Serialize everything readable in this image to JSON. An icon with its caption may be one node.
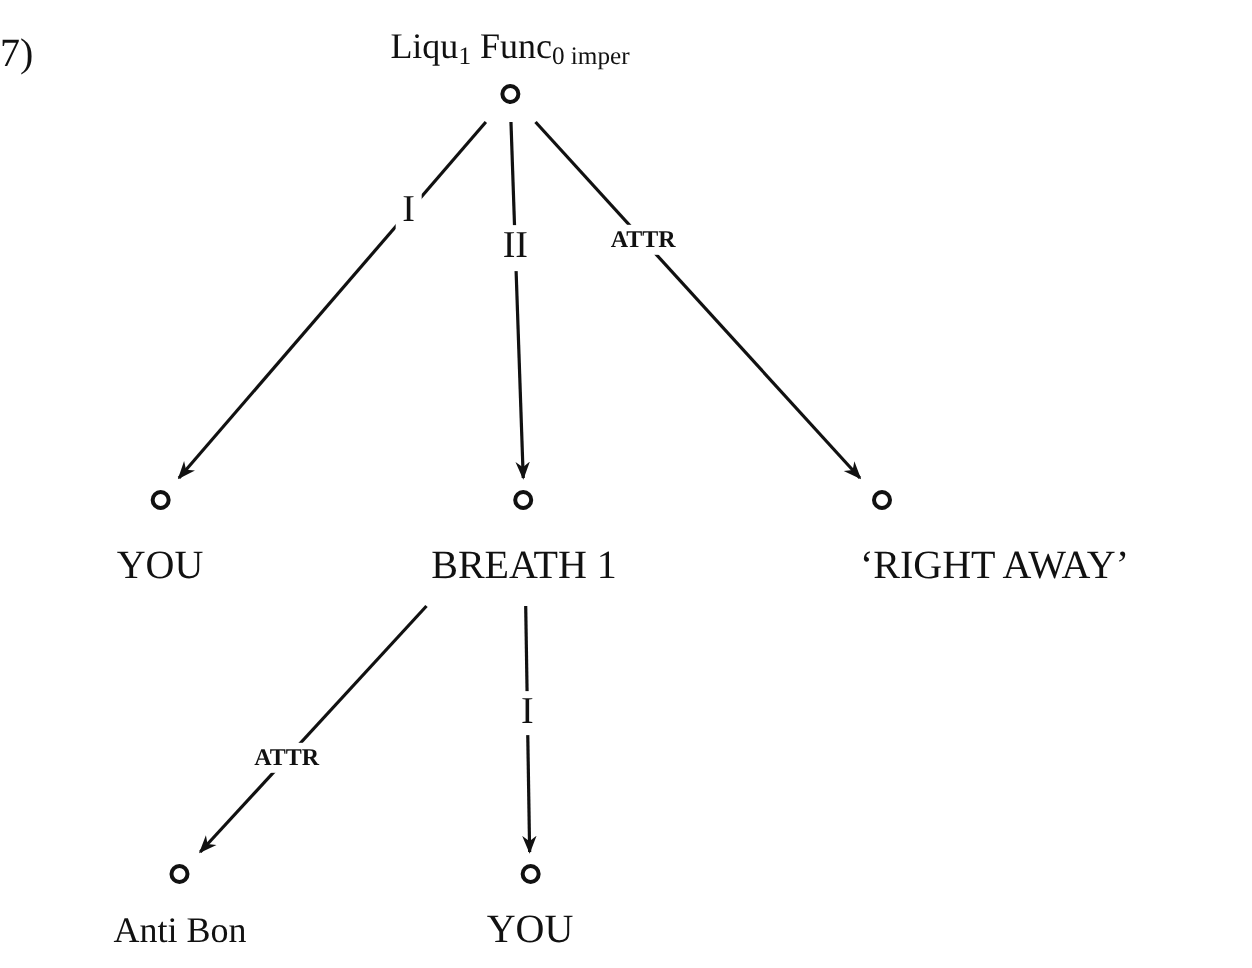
{
  "diagram": {
    "nodes": [
      {
        "text": [
          "Liqu$_{1}$ Func$_{0 imper}$"
        ]
      },
      {
        "text": [
          "YOU"
        ]
      },
      {
        "text": [
          "BREATH 1"
        ]
      },
      {
        "text": [
          "‘RIGHT AWAY’"
        ]
      },
      {
        "text": [
          "Anti Bon"
        ]
      },
      {
        "text": [
          "YOU"
        ]
      }
    ],
    "edges": [
      {
        "from": 0,
        "to": 1,
        "arrow": "to",
        "label": "I"
      },
      {
        "from": 0,
        "to": 2,
        "arrow": "to",
        "label": "II"
      },
      {
        "from": 0,
        "to": 3,
        "arrow": "to",
        "label": "ATTR"
      },
      {
        "from": 2,
        "to": 4,
        "arrow": "to",
        "label": "ATTR"
      },
      {
        "from": 2,
        "to": 5,
        "arrow": "to",
        "label": "I"
      }
    ],
    "labels": [
      "7)"
    ]
  }
}
